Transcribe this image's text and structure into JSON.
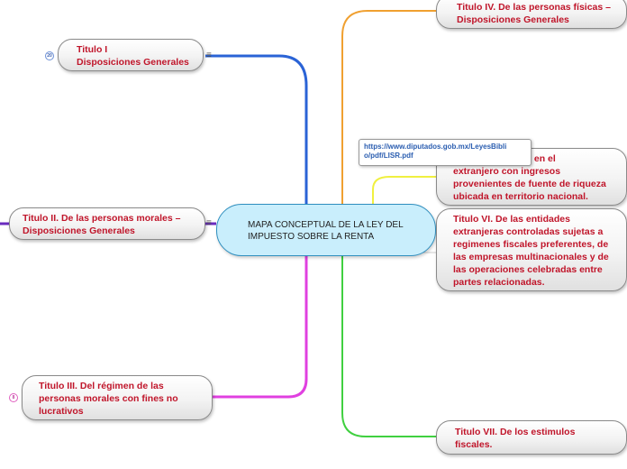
{
  "center": {
    "title": "MAPA CONCEPTUAL DE LA LEY DEL\nIMPUESTO SOBRE LA RENTA"
  },
  "nodes": {
    "titulo1": "Titulo I\nDisposiciones Generales",
    "titulo2": "Titulo II. De las personas morales –\nDisposiciones Generales",
    "titulo3": "Titulo III. Del régimen de las\npersonas morales con fines no\nlucrativos",
    "titulo4": "Titulo IV. De las personas físicas –\nDisposiciones Generales",
    "titulo5": "De los residentes en el\nextranjero con ingresos\nprovenientes de fuente de riqueza\nubicada en territorio nacional.",
    "titulo6": "Titulo VI.  De las entidades\nextranjeras controladas sujetas a\nregimenes fiscales preferentes, de\nlas empresas multinacionales y de\nlas operaciones celebradas entre\npartes relacionadas.",
    "titulo7": "Titulo VII. De los estimulos\nfiscales."
  },
  "badges": {
    "titulo1": "20",
    "titulo3": "8"
  },
  "menu_glyph": "≡",
  "link": "https://www.diputados.gob.mx/LeyesBibli\no/pdf/LISR.pdf",
  "colors": {
    "blue": "#2a63d6",
    "purple": "#6a2bbf",
    "magenta": "#e040e0",
    "orange": "#f0a030",
    "yellow": "#f0f040",
    "green": "#40d040",
    "title_text": "#c0152a"
  }
}
